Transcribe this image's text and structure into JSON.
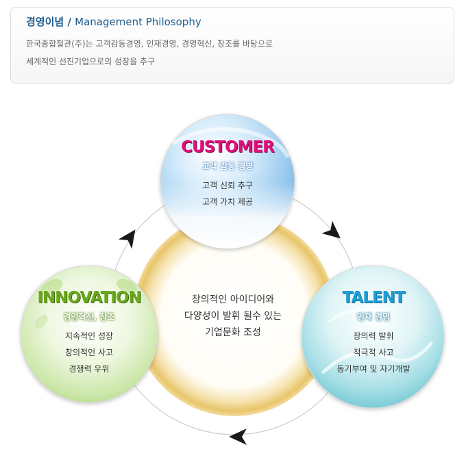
{
  "intro": {
    "title_ko": "경영이념",
    "title_sep": "/",
    "title_en": "Management Philosophy",
    "line1": "한국종합철관(주)는 고객감동경영, 인재경영, 경영혁신, 창조를 바탕으로",
    "line2": "세계적인 선진기업으로의 성장을 추구"
  },
  "center": {
    "lines": [
      "창의적인 아이디어와",
      "다양성이 발휘 될수 있는",
      "기업문화 조성"
    ]
  },
  "customer": {
    "heading": "CUSTOMER",
    "subtitle": "고객 감동 경영",
    "items": [
      "고객 신뢰 추구",
      "고객 가치 제공"
    ]
  },
  "talent": {
    "heading": "TALENT",
    "subtitle": "인재 경영",
    "items": [
      "창의력 발휘",
      "적극적 사고",
      "동기부여 및 자기개발"
    ]
  },
  "innovation": {
    "heading": "INNOVATION",
    "subtitle": "경영혁신, 창조",
    "items": [
      "지속적인 성장",
      "창의적인 사고",
      "경쟁력 우위"
    ]
  },
  "colors": {
    "customer_accent": "#e0107b",
    "talent_accent": "#1d9fd8",
    "innovation_accent": "#6aa81c",
    "title_blue": "#1c5d8f",
    "center_glow": "#e8c56a"
  },
  "icons": [
    "arrow-head-icon"
  ]
}
